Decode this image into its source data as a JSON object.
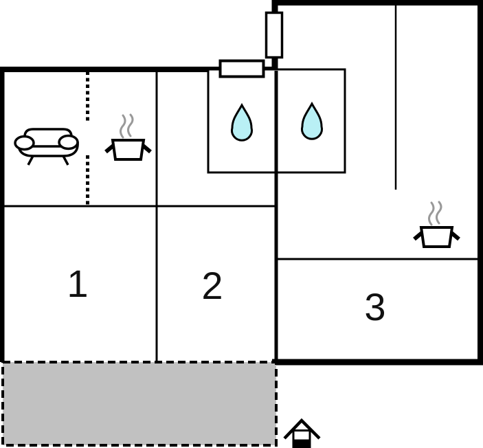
{
  "plan": {
    "rooms": [
      {
        "label": "1"
      },
      {
        "label": "2"
      },
      {
        "label": "3"
      }
    ],
    "colors": {
      "wall": "#000000",
      "background": "#ffffff",
      "terrace_fill": "#c1c1c1",
      "water_drop_fill": "#b9f0f5",
      "steam": "#999999",
      "window_fill": "#ffffff"
    },
    "icons": [
      {
        "name": "sofa-icon"
      },
      {
        "name": "cooking-pot-icon"
      },
      {
        "name": "cooking-pot-icon"
      },
      {
        "name": "water-drop-icon"
      },
      {
        "name": "water-drop-icon"
      },
      {
        "name": "house-entrance-icon"
      }
    ]
  }
}
